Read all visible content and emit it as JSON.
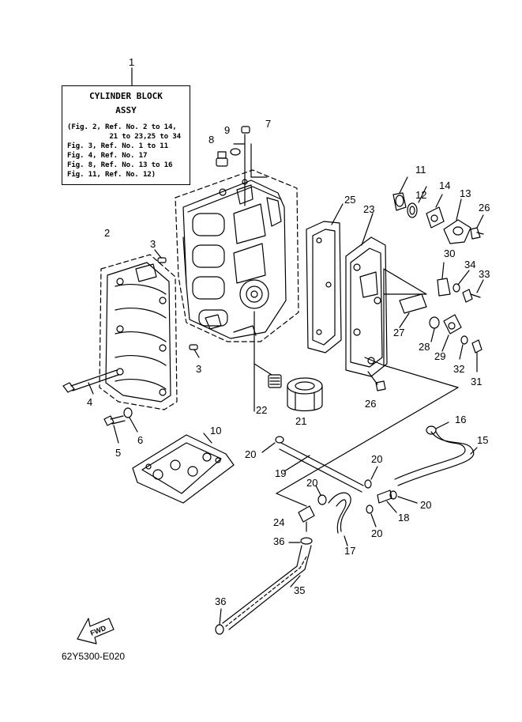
{
  "legend": {
    "callout": "1",
    "title_line1": "CYLINDER BLOCK",
    "title_line2": "ASSY",
    "lines": [
      "(Fig. 2, Ref. No. 2 to 14,",
      "          21 to 23,25 to 34",
      "Fig. 3, Ref. No. 1 to 11",
      "Fig. 4, Ref. No. 17",
      "Fig. 8, Ref. No. 13 to 16",
      "Fig. 11, Ref. No. 12)"
    ]
  },
  "callouts": {
    "c2": "2",
    "c3a": "3",
    "c3b": "3",
    "c4": "4",
    "c5": "5",
    "c6": "6",
    "c7": "7",
    "c8": "8",
    "c9": "9",
    "c10": "10",
    "c11": "11",
    "c12": "12",
    "c13": "13",
    "c14": "14",
    "c15": "15",
    "c16": "16",
    "c17": "17",
    "c18": "18",
    "c19": "19",
    "c20a": "20",
    "c20b": "20",
    "c20c": "20",
    "c20d": "20",
    "c20e": "20",
    "c21": "21",
    "c22": "22",
    "c23": "23",
    "c24": "24",
    "c25": "25",
    "c26a": "26",
    "c26b": "26",
    "c27": "27",
    "c28": "28",
    "c29": "29",
    "c30": "30",
    "c31": "31",
    "c32": "32",
    "c33": "33",
    "c34": "34",
    "c35": "35",
    "c36a": "36",
    "c36b": "36"
  },
  "fwd_label": "FWD",
  "diagram_code": "62Y5300-E020"
}
